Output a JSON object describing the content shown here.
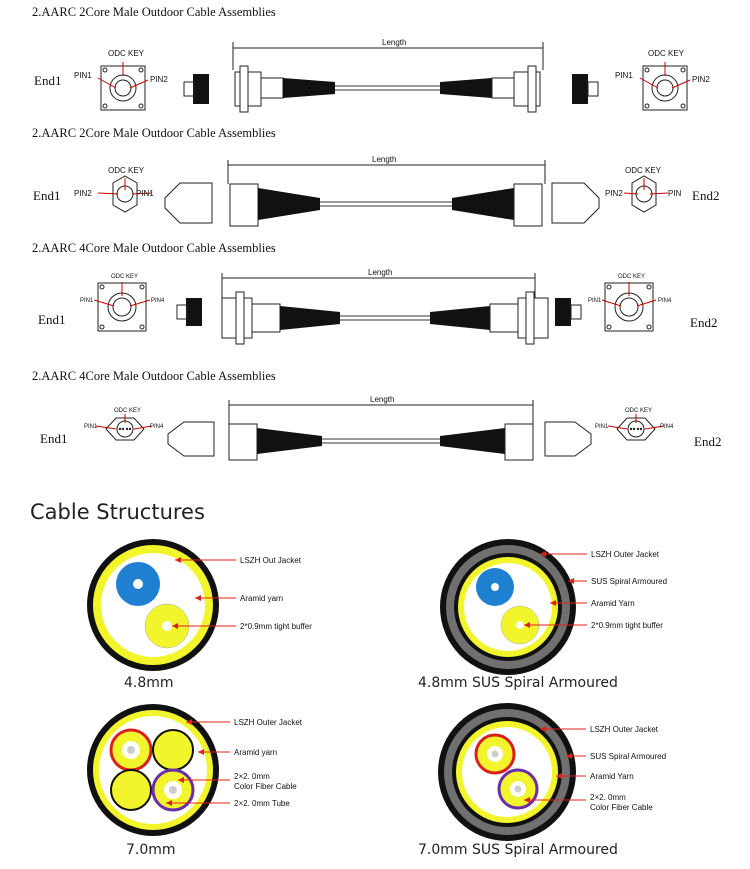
{
  "assemblies": [
    {
      "title": "2.AARC 2Core Male Outdoor Cable Assemblies",
      "left_end": "End1",
      "right_end": "",
      "length": "Length",
      "key": "ODC KEY",
      "pin_a": "PIN1",
      "pin_b": "PIN2",
      "key_r": "ODC KEY",
      "pin_a_r": "PIN1",
      "pin_b_r": "PIN2"
    },
    {
      "title": "2.AARC 2Core Male Outdoor Cable Assemblies",
      "left_end": "End1",
      "right_end": "End2",
      "length": "Length",
      "key": "ODC KEY",
      "pin_a": "PIN2",
      "pin_b": "PIN1",
      "key_r": "ODC KEY",
      "pin_a_r": "PIN2",
      "pin_b_r": "PIN"
    },
    {
      "title": "2.AARC 4Core Male Outdoor Cable Assemblies",
      "left_end": "End1",
      "right_end": "End2",
      "length": "Length",
      "key": "ODC KEY",
      "pin_a": "PIN1",
      "pin_b": "PIN4",
      "key_r": "ODC KEY",
      "pin_a_r": "PIN1",
      "pin_b_r": "PIN4"
    },
    {
      "title": "2.AARC 4Core Male Outdoor Cable Assemblies",
      "left_end": "End1",
      "right_end": "End2",
      "length": "Length",
      "key": "ODC KEY",
      "pin_a": "PIN1",
      "pin_b": "PIN4",
      "key_r": "ODC KEY",
      "pin_a_r": "PIN1",
      "pin_b_r": "PIN4"
    }
  ],
  "structures_title": "Cable Structures",
  "structures": [
    {
      "caption": "4.8mm",
      "labels": [
        "LSZH Out Jacket",
        "Aramid yarn",
        "2*0.9mm tight buffer"
      ]
    },
    {
      "caption": "4.8mm SUS Spiral Armoured",
      "labels": [
        "LSZH Outer Jacket",
        "SUS Spiral Armoured",
        "Aramid Yarn",
        "2*0.9mm tight buffer"
      ]
    },
    {
      "caption": "7.0mm",
      "labels": [
        "LSZH Outer Jacket",
        "Aramid yarn",
        "2×2. 0mm",
        "Color Fiber Cable",
        "2×2. 0mm Tube"
      ]
    },
    {
      "caption": "7.0mm SUS Spiral Armoured",
      "labels": [
        "LSZH Outer Jacket",
        "SUS Spiral Armoured",
        "Aramid Yarn",
        "2×2. 0mm",
        "Color Fiber Cable"
      ]
    }
  ],
  "colors": {
    "jacket": "#111111",
    "yarn": "#f2f52c",
    "blue": "#1f7fd0",
    "red": "#d8201c",
    "purple": "#6a2ca8",
    "armour": "#707070",
    "leader": "#e0201a"
  }
}
